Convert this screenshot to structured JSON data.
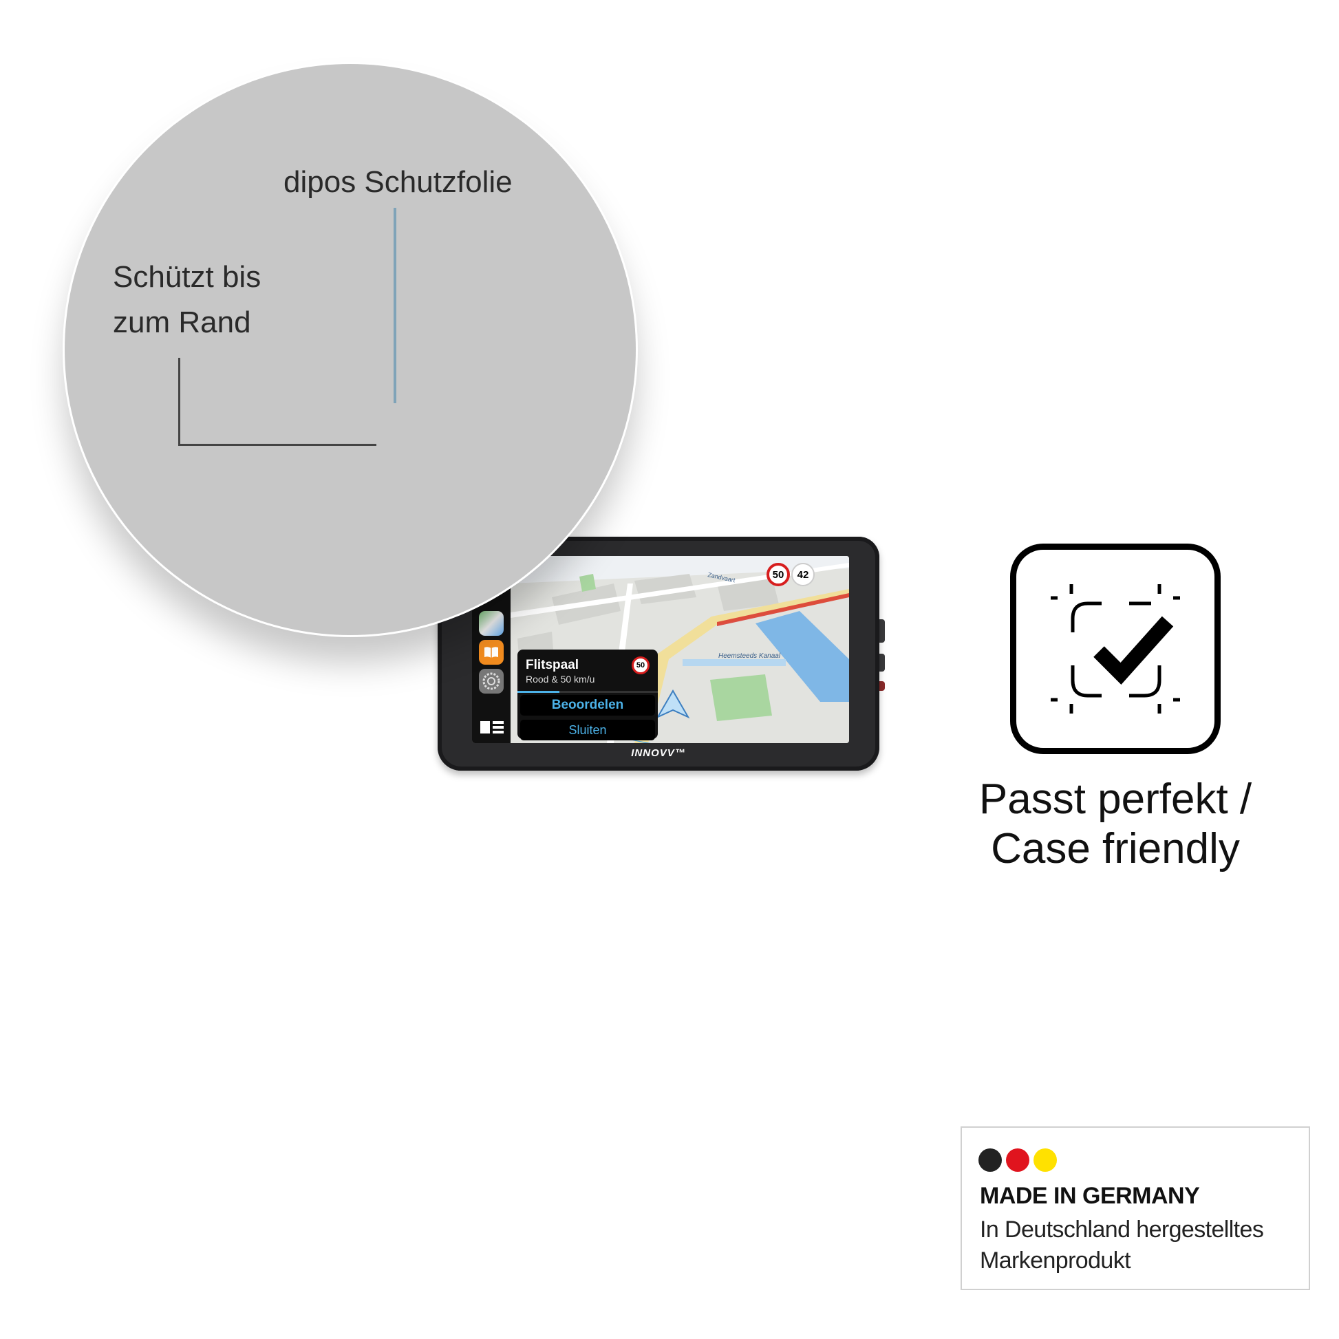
{
  "magnifier": {
    "film_label": "dipos Schutzfolie",
    "edge_label_line1": "Schützt bis",
    "edge_label_line2": "zum Rand"
  },
  "device": {
    "brand": "INNOVV™",
    "speed_limit": "50",
    "current_speed": "42",
    "map_labels": {
      "street": "Zandvaart",
      "canal": "Heemsteeds Kanaal"
    },
    "dock_icons": [
      "maps-icon",
      "books-icon",
      "settings-icon",
      "dashboard-icon"
    ],
    "alert": {
      "title": "Flitspaal",
      "subtitle": "Rood & 50 km/u",
      "sign": "50",
      "progress": 0.3,
      "primary_button": "Beoordelen",
      "secondary_button": "Sluiten"
    }
  },
  "case_friendly": {
    "icon": "check-in-frame-icon",
    "label_line1": "Passt perfekt /",
    "label_line2": "Case friendly"
  },
  "badge": {
    "colors": [
      "#222222",
      "#e0141e",
      "#ffe100"
    ],
    "title": "MADE IN GERMANY",
    "subtitle_line1": "In Deutschland hergestelltes",
    "subtitle_line2": "Markenprodukt"
  }
}
